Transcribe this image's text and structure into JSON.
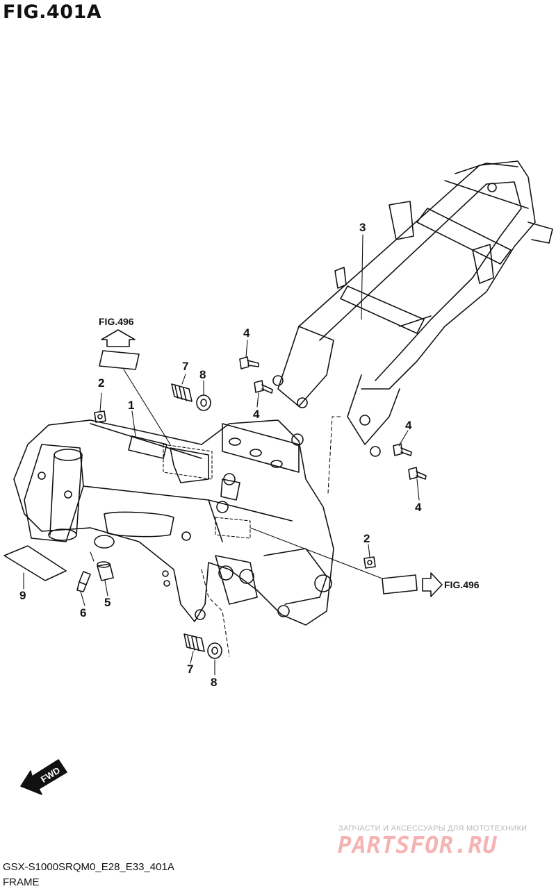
{
  "title": "FIG.401A",
  "figure_refs": [
    "FIG.496",
    "FIG.496"
  ],
  "callouts": [
    "1",
    "2",
    "2",
    "3",
    "4",
    "4",
    "4",
    "4",
    "5",
    "6",
    "7",
    "7",
    "8",
    "8",
    "9"
  ],
  "fwd_label": "FWD",
  "footer": {
    "code": "GSX-S1000SRQM0_E28_E33_401A",
    "name": "FRAME"
  },
  "watermark": {
    "tagline": "ЗАПЧАСТИ И АКСЕССУАРЫ ДЛЯ МОТОТЕХНИКИ",
    "brand": "PARTSFOR.RU"
  }
}
